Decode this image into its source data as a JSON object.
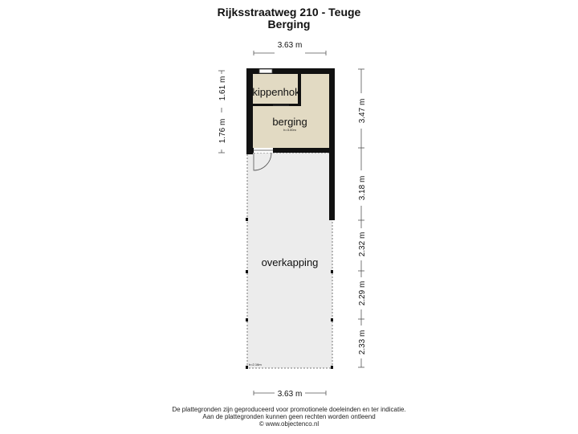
{
  "title": "Rijksstraatweg 210 - Teuge",
  "subtitle": "Berging",
  "rooms": {
    "kippenhok": "kippenhok",
    "berging": "berging",
    "berging_height": "h=3.00m",
    "overkapping": "overkapping",
    "overkapping_height": "h=2.16m"
  },
  "dimensions": {
    "top_width": "3.63 m",
    "bottom_width": "3.63 m",
    "left_upper": "1.61 m",
    "left_total": "1.76 m",
    "right_1": "3.47 m",
    "right_2": "3.18 m",
    "right_3": "2.32 m",
    "right_4": "2.29 m",
    "right_5": "2.33 m"
  },
  "footer": {
    "line1": "De plattegronden zijn geproduceerd voor promotionele doeleinden en ter indicatie.",
    "line2": "Aan de plattegronden kunnen geen rechten worden ontleend",
    "line3": "© www.objectenco.nl"
  },
  "colors": {
    "wall": "#111111",
    "room_fill": "#e2dac3",
    "covered_fill": "#ececec",
    "dimension_line": "#555555"
  }
}
